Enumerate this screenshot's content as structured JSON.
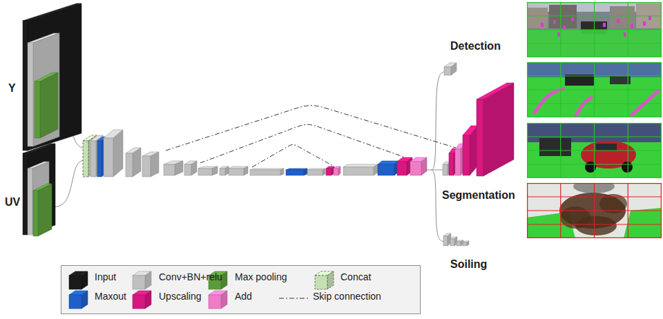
{
  "diagram": {
    "labels": [
      "Y",
      "UV",
      "Detection",
      "Segmentation",
      "Soiling"
    ],
    "legend": [
      {
        "text": "Input",
        "color": "#1a1a1a"
      },
      {
        "text": "Conv+BN+relu",
        "color": "#c0c0c0"
      },
      {
        "text": "Max pooling",
        "color": "#5b9b3c"
      },
      {
        "text": "Concat",
        "color": "#c5e0b4"
      },
      {
        "text": "Maxout",
        "color": "#1f5fc8"
      },
      {
        "text": "Upscaling",
        "color": "#d6187f"
      },
      {
        "text": "Add",
        "color": "#f07cc6"
      },
      {
        "text": "Skip connection"
      }
    ]
  }
}
